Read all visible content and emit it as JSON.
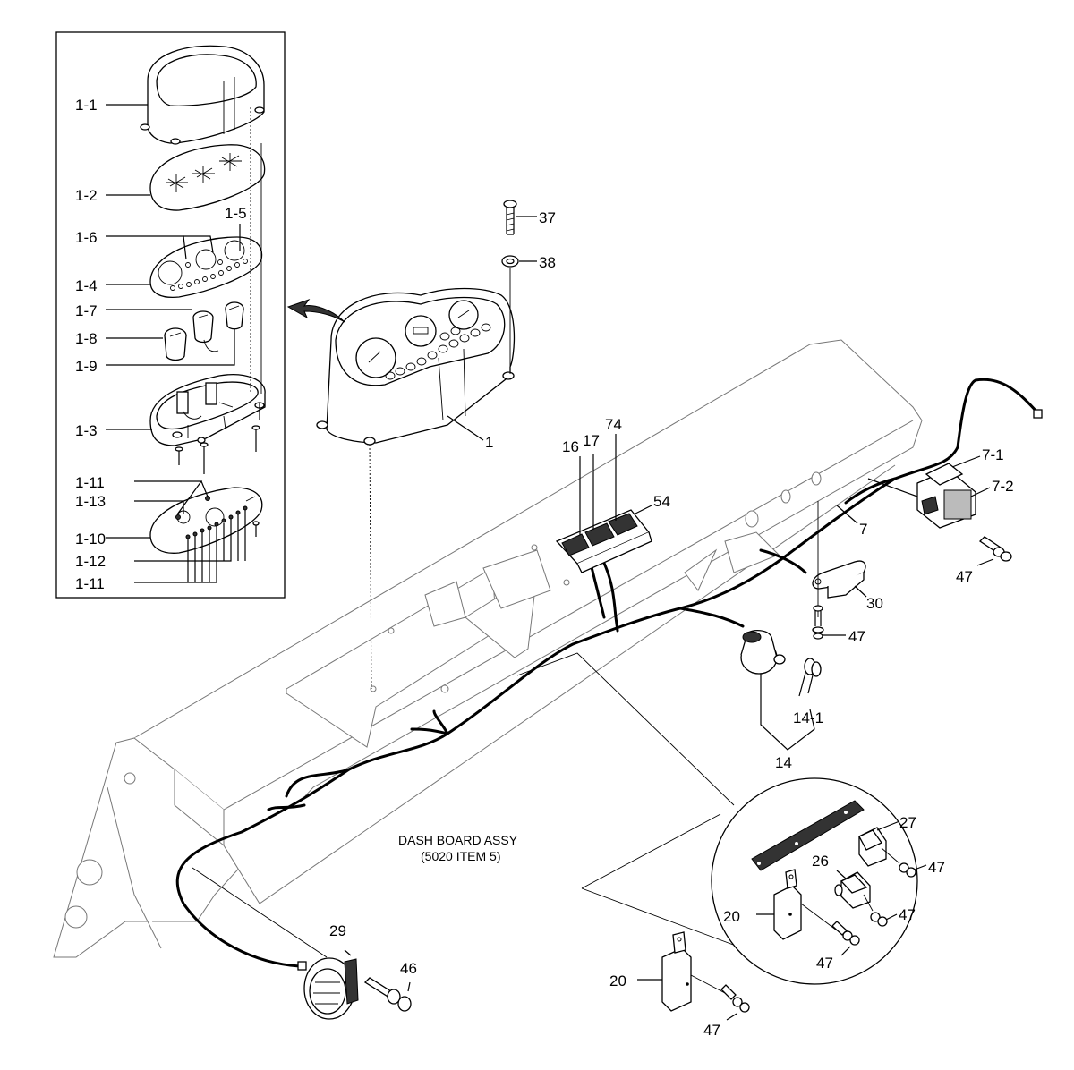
{
  "labels": {
    "l1_1": "1-1",
    "l1_2": "1-2",
    "l1_5": "1-5",
    "l1_6": "1-6",
    "l1_4": "1-4",
    "l1_7": "1-7",
    "l1_8": "1-8",
    "l1_9": "1-9",
    "l1_3": "1-3",
    "l1_11a": "1-11",
    "l1_13": "1-13",
    "l1_10": "1-10",
    "l1_12": "1-12",
    "l1_11b": "1-11",
    "l1": "1",
    "l37": "37",
    "l38": "38",
    "l16": "16",
    "l17": "17",
    "l74": "74",
    "l54": "54",
    "l7_1": "7-1",
    "l7_2": "7-2",
    "l7": "7",
    "l47a": "47",
    "l30": "30",
    "l47b": "47",
    "l14_1": "14-1",
    "l14": "14",
    "l27": "27",
    "l47c": "47",
    "l26": "26",
    "l47d": "47",
    "l20a": "20",
    "l47e": "47",
    "l20b": "20",
    "l47f": "47",
    "l29": "29",
    "l46": "46"
  },
  "caption": {
    "line1": "DASH BOARD ASSY",
    "line2": "(5020 ITEM 5)"
  }
}
